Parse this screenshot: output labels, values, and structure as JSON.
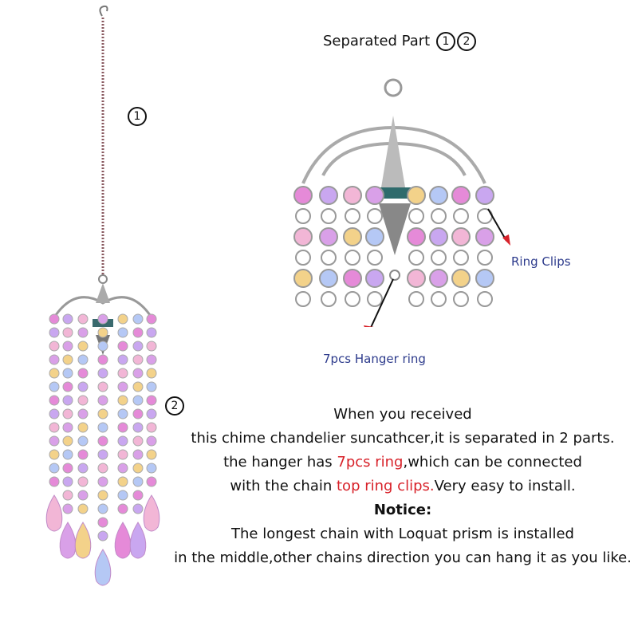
{
  "title": {
    "text": "Separated Part",
    "markers": [
      "1",
      "2"
    ]
  },
  "part_markers": {
    "part1": "1",
    "part2": "2"
  },
  "labels": {
    "ring_clips": "Ring Clips",
    "hanger_ring": "7pcs Hanger ring"
  },
  "description": {
    "line1": "When you received",
    "line2": "this chime chandelier suncathcer,it is separated in 2 parts.",
    "line3_a": "the hanger has ",
    "line3_red": "7pcs ring",
    "line3_b": ",which can be connected",
    "line4_a": "with the chain ",
    "line4_red": "top ring clips.",
    "line4_b": "Very easy to install.",
    "notice": "Notice:",
    "line5": "The longest chain with Loquat prism is installed",
    "line6": "in the middle,other chains direction you can hang it as you like."
  },
  "colors": {
    "highlight": "#d8222a",
    "label": "#2d3b8c",
    "arrow": "#d8222a"
  }
}
